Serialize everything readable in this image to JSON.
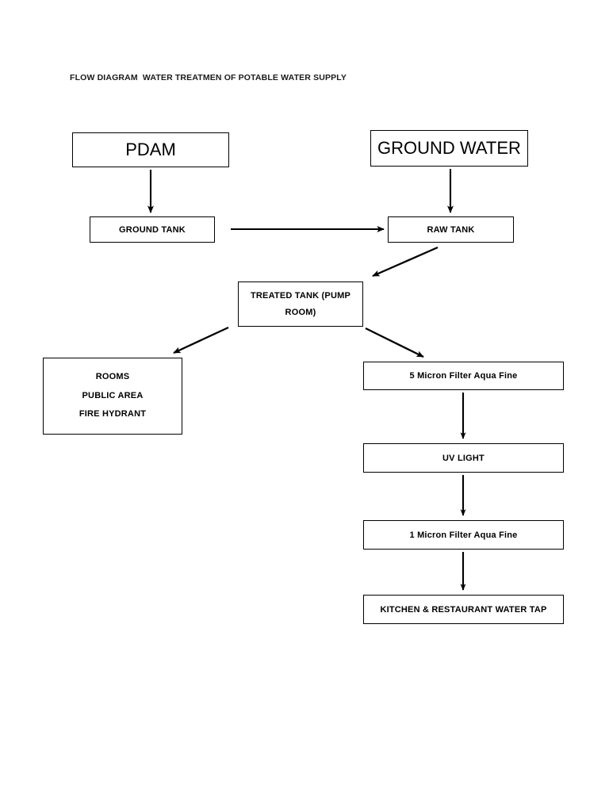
{
  "page": {
    "title": "FLOW DIAGRAM  WATER TREATMEN OF POTABLE WATER SUPPLY",
    "background_color": "#ffffff",
    "line_color": "#000000"
  },
  "nodes": {
    "pdam": {
      "label": "PDAM"
    },
    "ground_water": {
      "label": "GROUND WATER"
    },
    "ground_tank": {
      "label": "GROUND TANK"
    },
    "raw_tank": {
      "label": "RAW TANK"
    },
    "treated_tank": {
      "line1": "TREATED TANK (PUMP",
      "line2": "ROOM)"
    },
    "distribution": {
      "line1": "ROOMS",
      "line2": "PUBLIC AREA",
      "line3": "FIRE HYDRANT"
    },
    "filter_5_micron": {
      "label": "5 Micron Filter Aqua Fine"
    },
    "uv_light": {
      "label": "UV LIGHT"
    },
    "filter_1_micron": {
      "label": "1 Micron Filter Aqua Fine"
    },
    "water_tap": {
      "label": "KITCHEN & RESTAURANT WATER TAP"
    }
  },
  "connectors": [
    {
      "name": "pdam-to-ground-tank",
      "from": "pdam",
      "to": "ground_tank",
      "style": "vertical-arrow"
    },
    {
      "name": "ground-water-to-raw-tank",
      "from": "ground_water",
      "to": "raw_tank",
      "style": "vertical-arrow"
    },
    {
      "name": "ground-tank-to-raw-tank",
      "from": "ground_tank",
      "to": "raw_tank",
      "style": "horizontal-arrow"
    },
    {
      "name": "raw-tank-to-treated-tank",
      "from": "raw_tank",
      "to": "treated_tank",
      "style": "diagonal-arrow"
    },
    {
      "name": "treated-tank-to-distribution",
      "from": "treated_tank",
      "to": "distribution",
      "style": "diagonal-arrow"
    },
    {
      "name": "treated-tank-to-filter-5-micron",
      "from": "treated_tank",
      "to": "filter_5_micron",
      "style": "diagonal-arrow"
    },
    {
      "name": "filter-5-micron-to-uv-light",
      "from": "filter_5_micron",
      "to": "uv_light",
      "style": "vertical-arrow"
    },
    {
      "name": "uv-light-to-filter-1-micron",
      "from": "uv_light",
      "to": "filter_1_micron",
      "style": "vertical-arrow"
    },
    {
      "name": "filter-1-micron-to-water-tap",
      "from": "filter_1_micron",
      "to": "water_tap",
      "style": "vertical-arrow"
    }
  ]
}
